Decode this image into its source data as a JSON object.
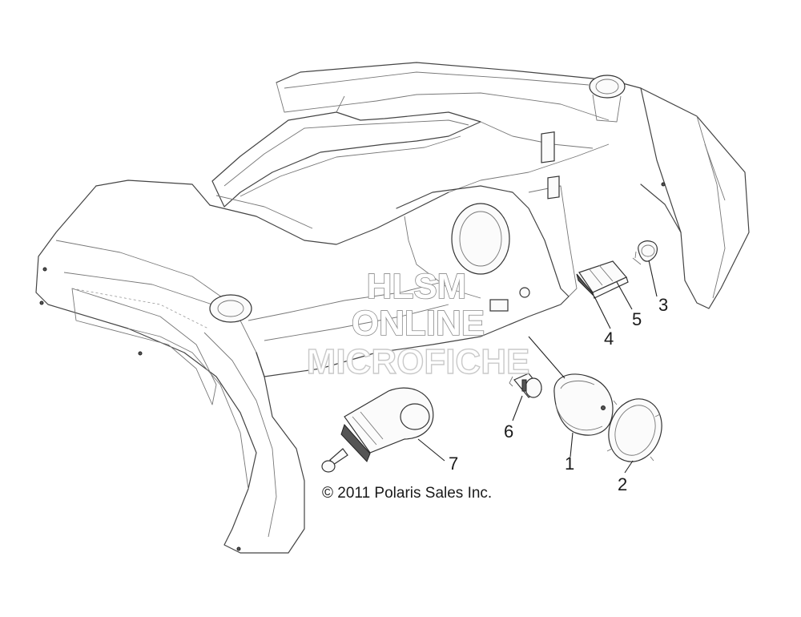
{
  "watermark": {
    "line1": "HLSM",
    "line2": "ONLINE",
    "line3": "MICROFICHE"
  },
  "copyright": "© 2011 Polaris Sales Inc.",
  "callouts": [
    {
      "id": "1",
      "label": "1"
    },
    {
      "id": "2",
      "label": "2"
    },
    {
      "id": "3",
      "label": "3"
    },
    {
      "id": "4",
      "label": "4"
    },
    {
      "id": "5",
      "label": "5"
    },
    {
      "id": "6",
      "label": "6"
    },
    {
      "id": "7",
      "label": "7"
    }
  ],
  "colors": {
    "line": "#444444",
    "text": "#1a1a1a",
    "watermark_outline": "#8a8a8a"
  }
}
